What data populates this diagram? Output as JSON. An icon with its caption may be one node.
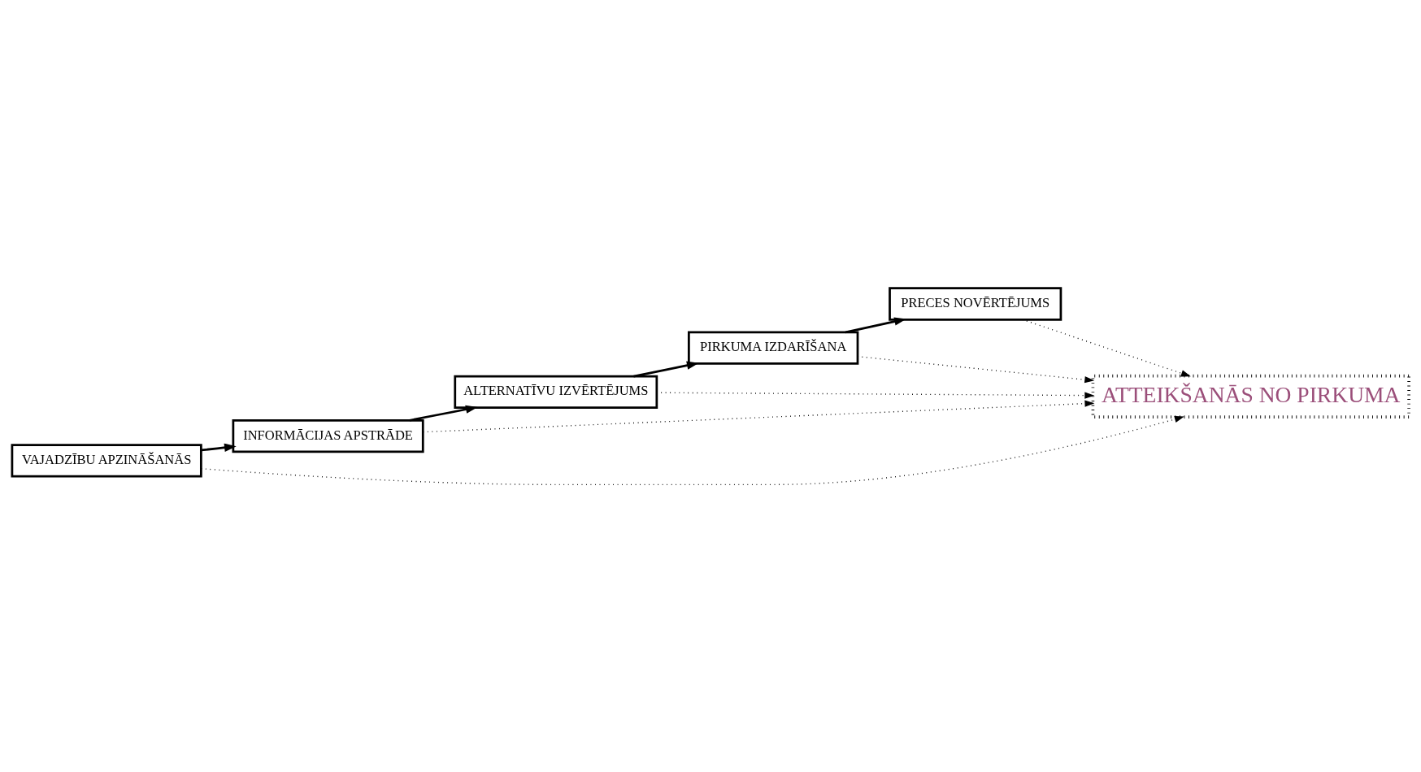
{
  "diagram": {
    "nodes": [
      {
        "text": [
          "VAJADZĪBU APZINĀŠANĀS"
        ]
      },
      {
        "text": [
          "INFORMĀCIJAS APSTRĀDE"
        ]
      },
      {
        "text": [
          "ALTERNATĪVU IZVĒRTĒJUMS"
        ]
      },
      {
        "text": [
          "PIRKUMA IZDARĪŠANA"
        ]
      },
      {
        "text": [
          "PRECES NOVĒRTĒJUMS"
        ]
      },
      {
        "text": [
          "ATTEIKŠANĀS NO PIRKUMA"
        ]
      }
    ],
    "edges": [
      {
        "from": 0,
        "to": 1,
        "arrow": "to"
      },
      {
        "from": 1,
        "to": 2,
        "arrow": "to"
      },
      {
        "from": 2,
        "to": 3,
        "arrow": "to"
      },
      {
        "from": 3,
        "to": 4,
        "arrow": "to"
      },
      {
        "from": 0,
        "to": 5,
        "arrow": "to",
        "style": "dashed"
      },
      {
        "from": 1,
        "to": 5,
        "arrow": "to",
        "style": "dashed"
      },
      {
        "from": 2,
        "to": 5,
        "arrow": "to",
        "style": "dashed"
      },
      {
        "from": 3,
        "to": 5,
        "arrow": "to",
        "style": "dashed"
      },
      {
        "from": 4,
        "to": 5,
        "arrow": "to",
        "style": "dashed"
      }
    ]
  }
}
